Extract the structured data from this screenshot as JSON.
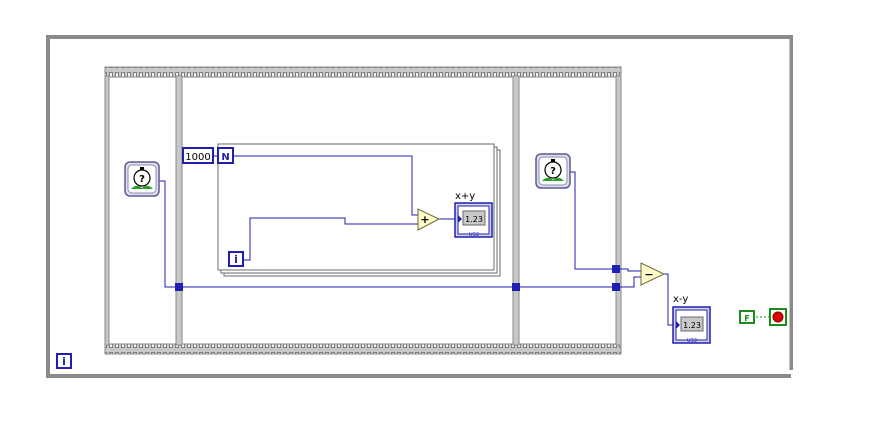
{
  "diagram": {
    "for_loop": {
      "count_constant": "1000",
      "count_terminal": "N",
      "iteration_terminal": "i"
    },
    "indicators": {
      "sum_label": "x+y",
      "sum_value": "1.23",
      "sum_type": "U32",
      "diff_label": "x-y",
      "diff_value": "1.23",
      "diff_type": "U32"
    },
    "nodes": {
      "add_symbol": "+",
      "subtract_symbol": "−",
      "timer_symbol": "?"
    },
    "while_loop": {
      "iteration_terminal": "i",
      "stop_constant": "F"
    },
    "colors": {
      "wire": "#1f1fb0",
      "loop_border": "#8a8a8a",
      "frame_gray": "#c8c8c8",
      "arith_fill": "#fffcc8",
      "stop_red": "#dd0000",
      "bool_green": "#1a8c1a"
    }
  }
}
